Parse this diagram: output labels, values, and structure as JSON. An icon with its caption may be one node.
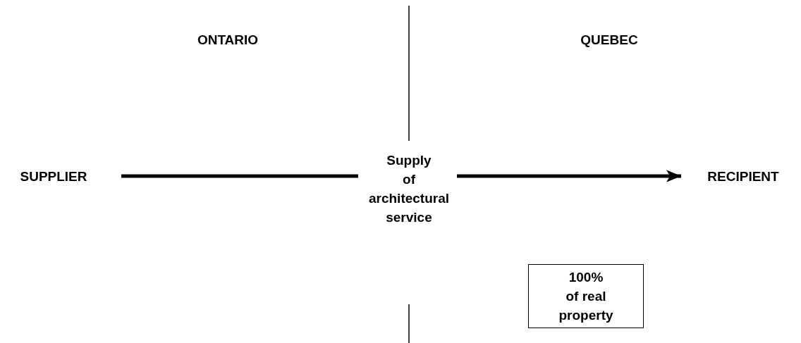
{
  "diagram": {
    "nodes": [
      {
        "text": [
          "SUPPLIER"
        ]
      },
      {
        "text": [
          "Supply of architectural service"
        ]
      },
      {
        "text": [
          "RECIPIENT"
        ]
      },
      {
        "text": [
          "100% of real property"
        ]
      }
    ],
    "edges": [
      {
        "from": 0,
        "to": 1,
        "arrow": "none"
      },
      {
        "from": 1,
        "to": 2,
        "arrow": "to"
      }
    ],
    "labels": [
      "ONTARIO",
      "QUEBEC"
    ]
  }
}
